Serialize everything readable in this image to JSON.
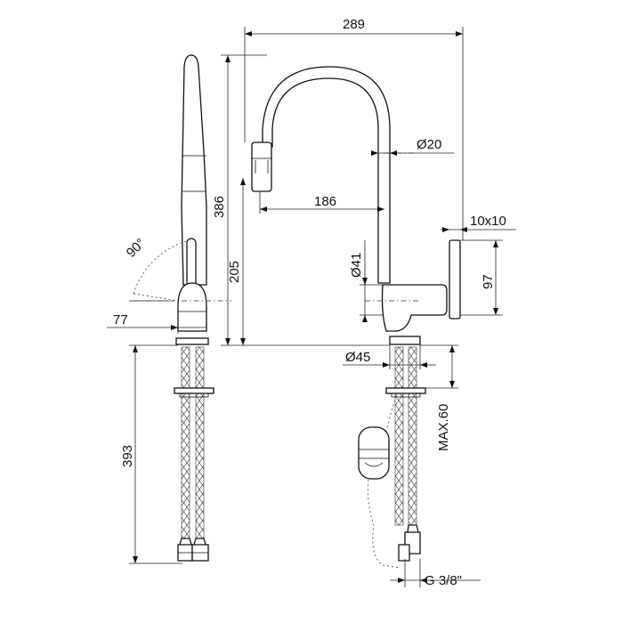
{
  "dimensions": {
    "overall_width": "289",
    "total_height": "386",
    "spout_reach": "186",
    "spout_diameter": "Ø20",
    "lever_size": "10x10",
    "body_diameter": "Ø41",
    "spout_base_height": "205",
    "lever_height": "97",
    "base_diameter": "Ø45",
    "max_deck_thickness": "MAX.60",
    "hose_length": "393",
    "side_offset": "77",
    "lever_rotation": "90°",
    "connection_thread": "G 3/8\""
  }
}
